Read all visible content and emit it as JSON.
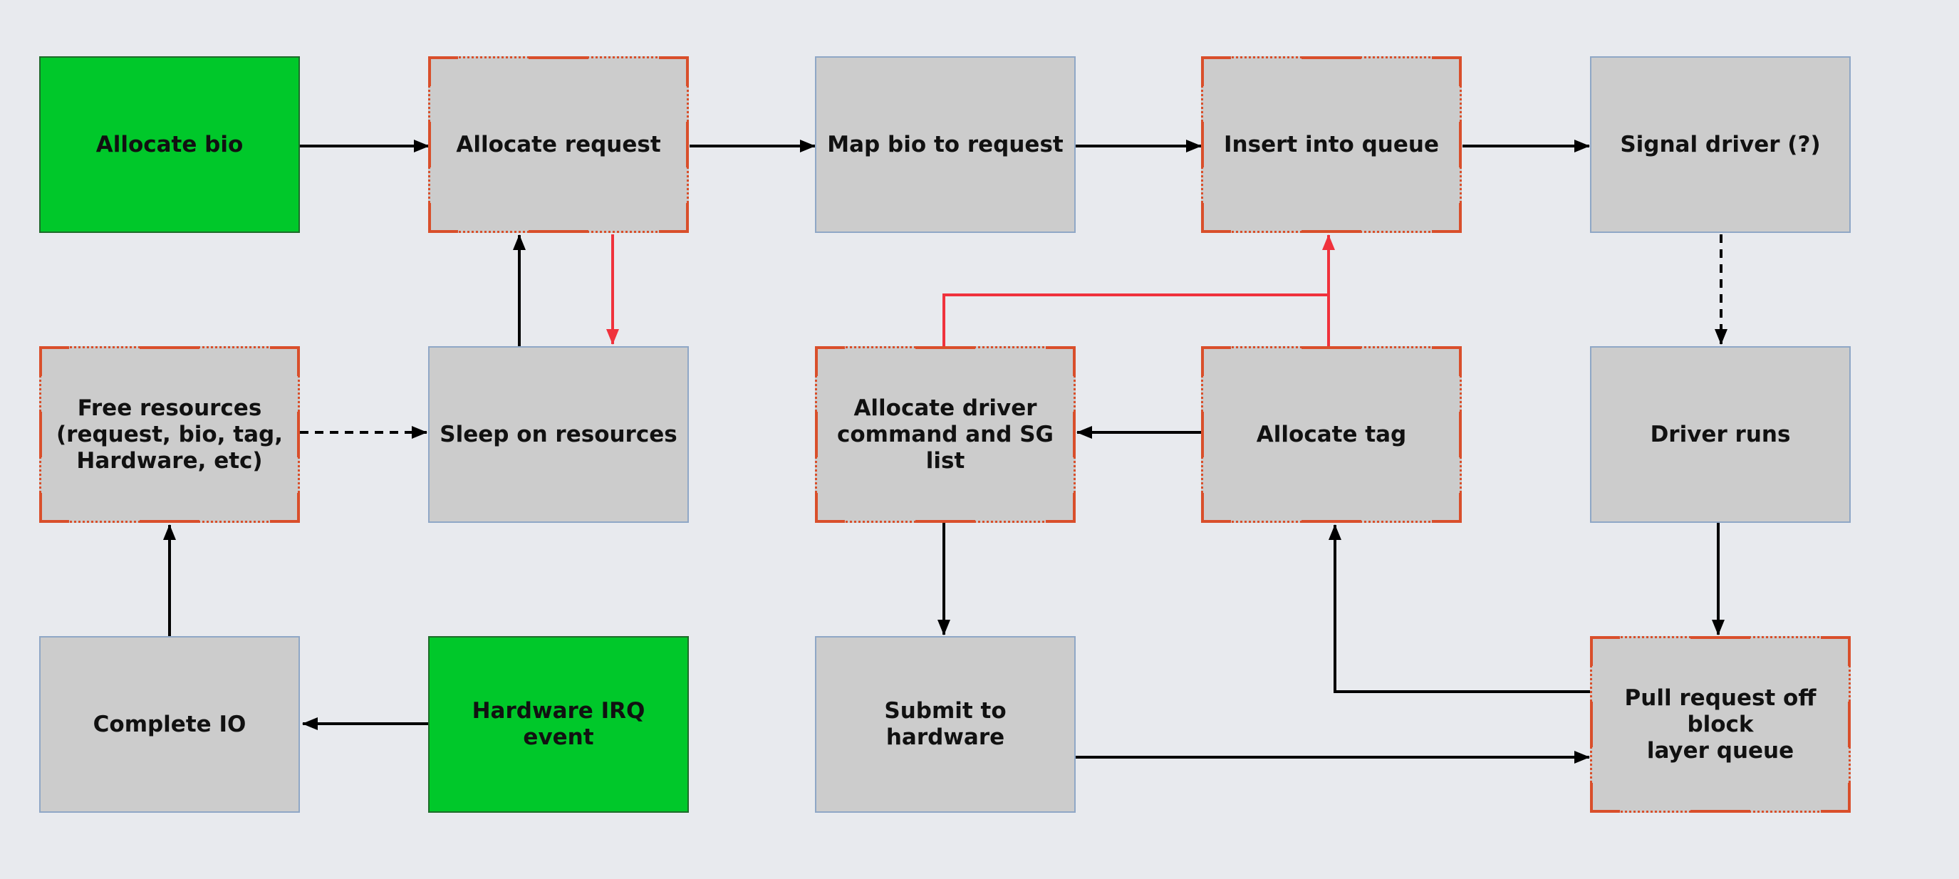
{
  "nodes": {
    "allocate_bio": "Allocate bio",
    "allocate_request": "Allocate request",
    "map_bio": "Map bio to request",
    "insert_queue": "Insert into queue",
    "signal_driver": "Signal driver (?)",
    "free_resources": "Free resources\n(request, bio, tag,\nHardware, etc)",
    "sleep_resources": "Sleep on resources",
    "allocate_driver_cmd": "Allocate driver\ncommand and SG\nlist",
    "allocate_tag": "Allocate tag",
    "driver_runs": "Driver runs",
    "complete_io": "Complete IO",
    "hardware_irq": "Hardware IRQ event",
    "submit_hardware": "Submit to hardware",
    "pull_request": "Pull request off block\nlayer queue"
  },
  "colors": {
    "background": "#e8eaee",
    "box_fill": "#cccccc",
    "start_fill": "#00c82a",
    "lock_border": "#d94f2b",
    "arrow": "#000000",
    "sleep_arrow": "#f0323c"
  }
}
